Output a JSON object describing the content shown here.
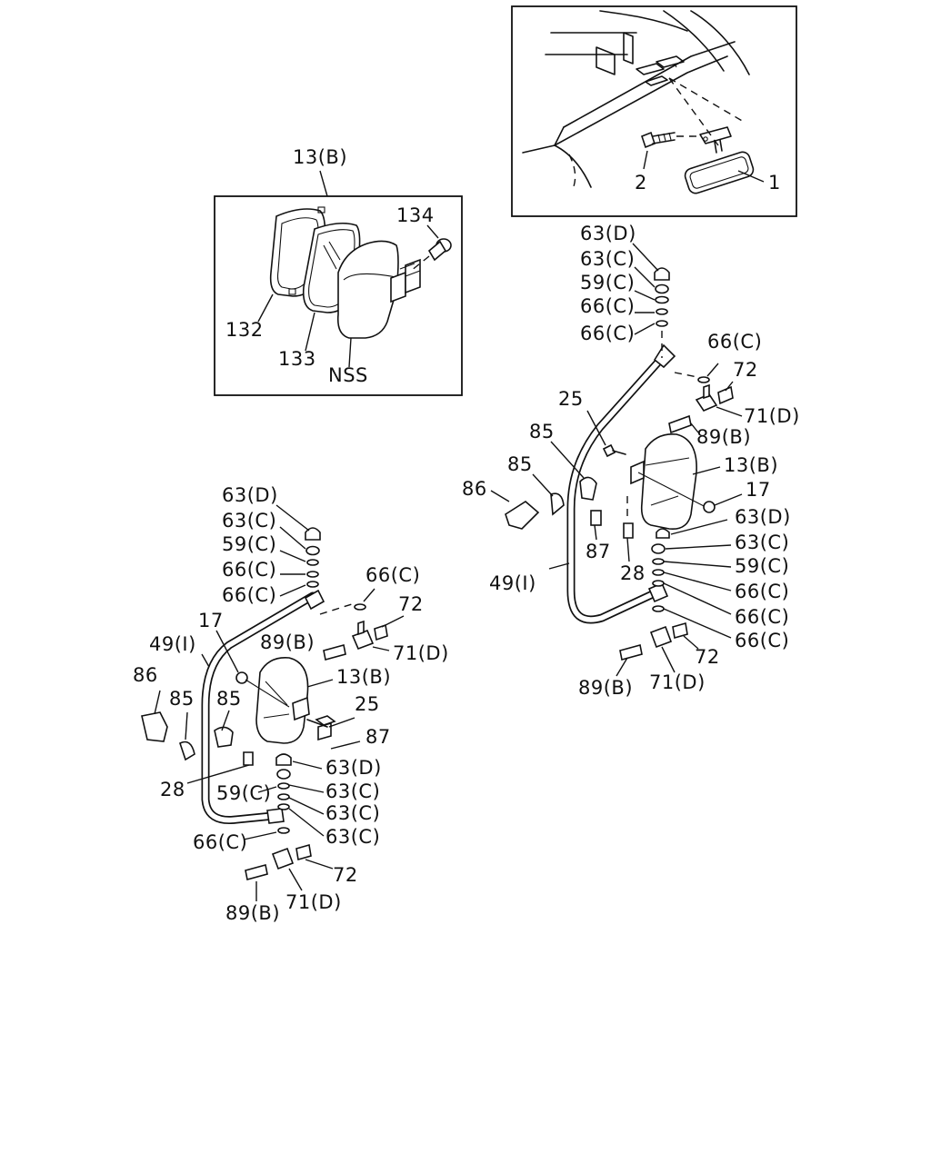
{
  "inset_top_right": {
    "callouts": [
      "2",
      "1"
    ]
  },
  "inset_mirror": {
    "title": "13(B)",
    "callouts": [
      "134",
      "132",
      "133",
      "NSS"
    ]
  },
  "right_assembly": {
    "callouts": [
      "63(D)",
      "63(C)",
      "59(C)",
      "66(C)",
      "66(C)",
      "66(C)",
      "72",
      "71(D)",
      "25",
      "85",
      "85",
      "89(B)",
      "86",
      "13(B)",
      "17",
      "87",
      "63(D)",
      "63(C)",
      "59(C)",
      "28",
      "66(C)",
      "49(I)",
      "66(C)",
      "66(C)",
      "72",
      "89(B)",
      "71(D)"
    ]
  },
  "left_assembly": {
    "callouts": [
      "63(D)",
      "63(C)",
      "59(C)",
      "66(C)",
      "66(C)",
      "66(C)",
      "72",
      "17",
      "89(B)",
      "71(D)",
      "49(I)",
      "13(B)",
      "86",
      "85",
      "85",
      "25",
      "87",
      "63(D)",
      "28",
      "59(C)",
      "63(C)",
      "63(C)",
      "63(C)",
      "66(C)",
      "72",
      "89(B)",
      "71(D)"
    ]
  }
}
